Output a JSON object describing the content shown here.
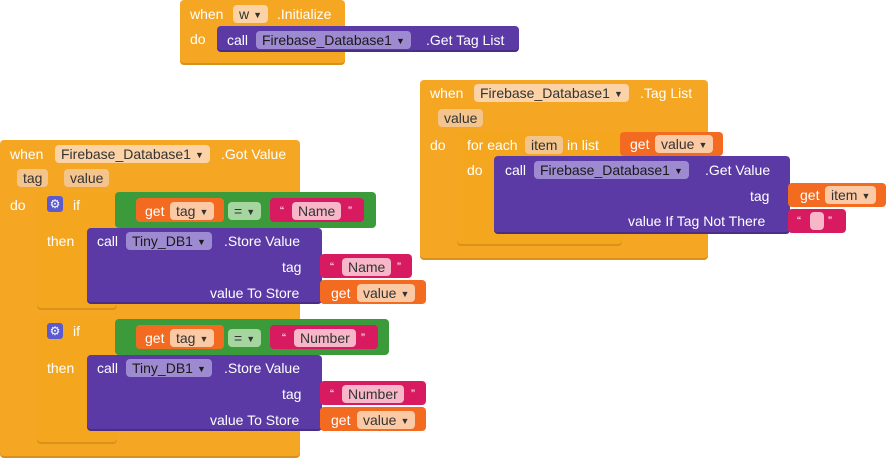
{
  "init_event": {
    "when": "when",
    "component": "w",
    "event": ".Initialize",
    "do": "do",
    "call": "call",
    "call_component": "Firebase_Database1",
    "call_method": ".Get Tag List"
  },
  "taglist_event": {
    "when": "when",
    "component": "Firebase_Database1",
    "event": ".Tag List",
    "param": "value",
    "do": "do",
    "for_each": "for each",
    "item_var": "item",
    "in_list": "in list",
    "get": "get",
    "get_var": "value",
    "inner_do": "do",
    "call": "call",
    "call_component": "Firebase_Database1",
    "call_method": ".Get Value",
    "tag_label": "tag",
    "tag_get": "get",
    "tag_get_var": "item",
    "default_label": "value If Tag Not There",
    "default_string": ""
  },
  "gotvalue_event": {
    "when": "when",
    "component": "Firebase_Database1",
    "event": ".Got Value",
    "params": [
      "tag",
      "value"
    ],
    "do": "do",
    "if1": {
      "if": "if",
      "get": "get",
      "get_var": "tag",
      "op": "=",
      "string": "Name",
      "then": "then",
      "call": "call",
      "call_component": "Tiny_DB1",
      "call_method": ".Store Value",
      "tag_label": "tag",
      "tag_string": "Name",
      "store_label": "value To Store",
      "store_get": "get",
      "store_var": "value"
    },
    "if2": {
      "if": "if",
      "get": "get",
      "get_var": "tag",
      "op": "=",
      "string": "Number",
      "then": "then",
      "call": "call",
      "call_component": "Tiny_DB1",
      "call_method": ".Store Value",
      "tag_label": "tag",
      "tag_string": "Number",
      "store_label": "value To Store",
      "store_get": "get",
      "store_var": "value"
    }
  },
  "arrow_glyph": "▼",
  "quote_open": "“",
  "quote_close": "”",
  "gear_glyph": "⚙"
}
